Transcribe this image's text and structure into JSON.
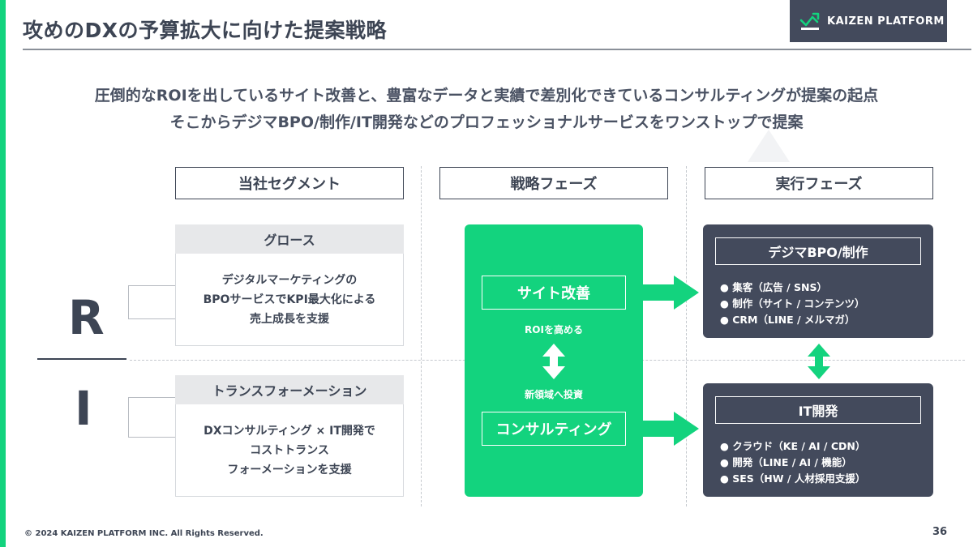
{
  "header": {
    "title": "攻めのDXの予算拡大に向けた提案戦略",
    "logo_text": "KAIZEN PLATFORM",
    "logo_icon": "trend-check-icon"
  },
  "subtitle": {
    "line1": "圧倒的なROIを出しているサイト改善と、豊富なデータと実績で差別化できているコンサルティングが提案の起点",
    "line2": "そこからデジマBPO/制作/IT開発などのプロフェッショナルサービスをワンストップで提案"
  },
  "columns": {
    "segment": "当社セグメント",
    "strategy": "戦略フェーズ",
    "execution": "実行フェーズ"
  },
  "segments": {
    "r_letter": "R",
    "i_letter": "I",
    "growth": {
      "title": "グロース",
      "lines": [
        "デジタルマーケティングの",
        "BPOサービスでKPI最大化による",
        "売上成長を支援"
      ]
    },
    "transformation": {
      "title": "トランスフォーメーション",
      "lines": [
        "DXコンサルティング × IT開発で",
        "コストトランス",
        "フォーメーションを支援"
      ]
    }
  },
  "strategy": {
    "site_kaizen": "サイト改善",
    "roi_label": "ROIを高める",
    "invest_label": "新領域へ投資",
    "consulting": "コンサルティング"
  },
  "execution": {
    "bpo": {
      "title": "デジマBPO/制作",
      "items": [
        "● 集客（広告 / SNS）",
        "● 制作（サイト / コンテンツ）",
        "● CRM（LINE / メルマガ）"
      ]
    },
    "it": {
      "title": "IT開発",
      "items": [
        "● クラウド（KE / AI / CDN）",
        "● 開発（LINE / AI / 機能）",
        "● SES（HW / 人材採用支援）"
      ]
    }
  },
  "footer": {
    "copyright": "© 2024 KAIZEN PLATFORM INC. All Rights Reserved.",
    "page": "36"
  },
  "colors": {
    "accent_green": "#13d37e",
    "dark_navy": "#434a5c",
    "text": "#3d4554"
  }
}
